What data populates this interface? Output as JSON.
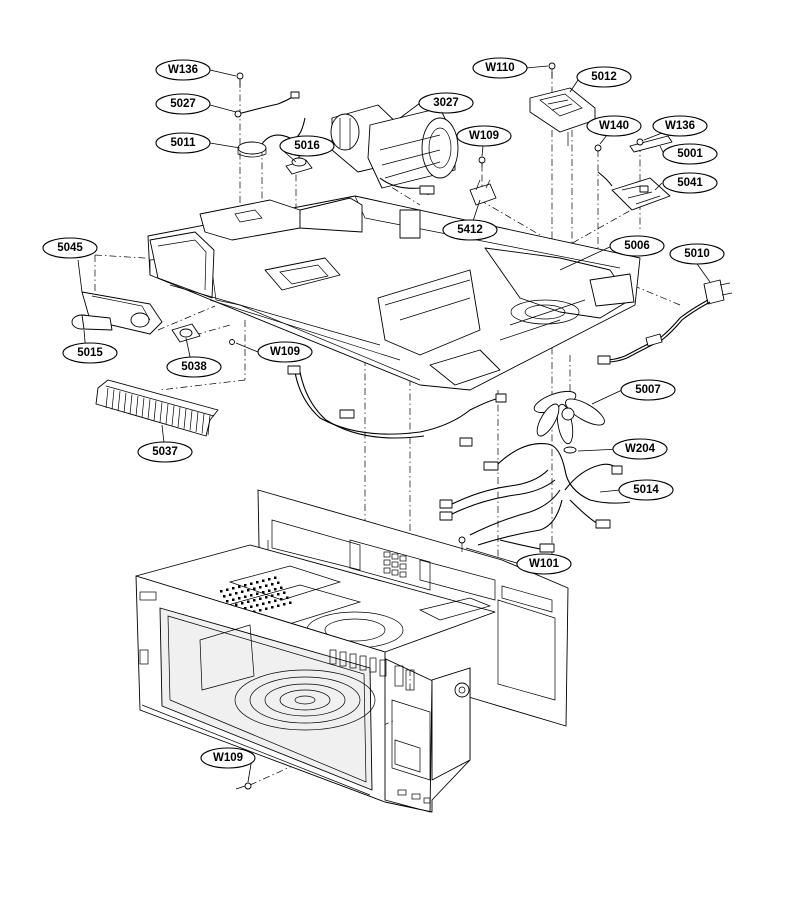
{
  "diagram": {
    "labels": [
      {
        "id": "w136a",
        "text": "W136"
      },
      {
        "id": "p5027",
        "text": "5027"
      },
      {
        "id": "p5011",
        "text": "5011"
      },
      {
        "id": "p5016",
        "text": "5016"
      },
      {
        "id": "p3027",
        "text": "3027"
      },
      {
        "id": "w109a",
        "text": "W109"
      },
      {
        "id": "p5412",
        "text": "5412"
      },
      {
        "id": "w110",
        "text": "W110"
      },
      {
        "id": "p5012",
        "text": "5012"
      },
      {
        "id": "w140",
        "text": "W140"
      },
      {
        "id": "w136b",
        "text": "W136"
      },
      {
        "id": "p5001",
        "text": "5001"
      },
      {
        "id": "p5041",
        "text": "5041"
      },
      {
        "id": "p5006",
        "text": "5006"
      },
      {
        "id": "p5010",
        "text": "5010"
      },
      {
        "id": "p5045",
        "text": "5045"
      },
      {
        "id": "p5015",
        "text": "5015"
      },
      {
        "id": "p5038",
        "text": "5038"
      },
      {
        "id": "w109b",
        "text": "W109"
      },
      {
        "id": "p5037",
        "text": "5037"
      },
      {
        "id": "p5007",
        "text": "5007"
      },
      {
        "id": "w204",
        "text": "W204"
      },
      {
        "id": "p5014",
        "text": "5014"
      },
      {
        "id": "w101",
        "text": "W101"
      },
      {
        "id": "w109c",
        "text": "W109"
      }
    ]
  }
}
